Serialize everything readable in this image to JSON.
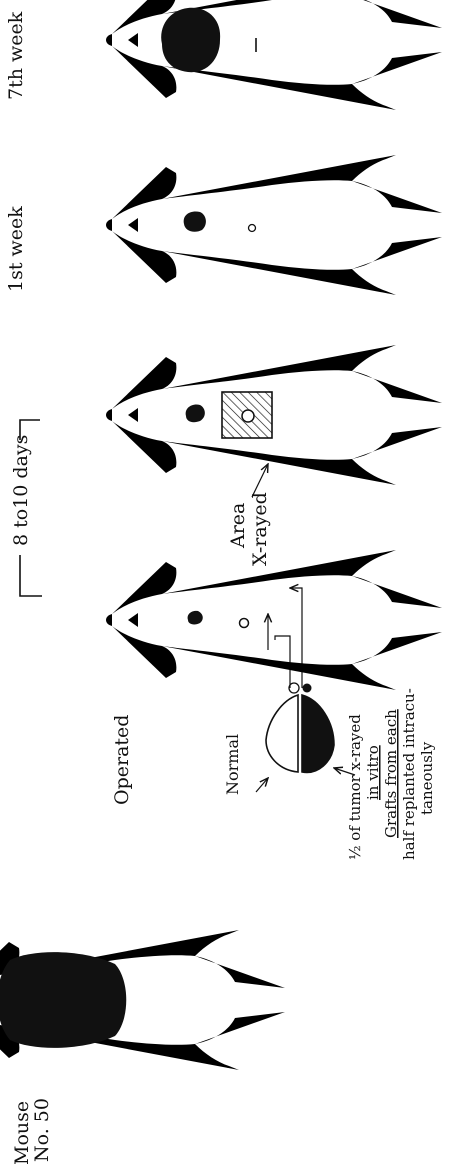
{
  "labels": {
    "mouse_no": "Mouse No. 50",
    "mouse_no_line1": "Mouse",
    "mouse_no_line2": "No. 50",
    "operated": "Operated",
    "normal": "Normal",
    "half_line1": "½ of tumor x-rayed",
    "half_line2": "in vitro",
    "grafts_line1": "Grafts from each",
    "grafts_line2": "half replanted intracu-",
    "grafts_line3": "taneously",
    "interval": "8 to10 days",
    "area_line1": "Area",
    "area_line2": "X-rayed",
    "week1": "1st week",
    "week7": "7th week"
  },
  "colors": {
    "ink": "#111111",
    "paper": "#ffffff"
  },
  "mice": [
    {
      "name": "mouse-1",
      "tumor": "large"
    },
    {
      "name": "mouse-2",
      "grafts": [
        "open",
        "filled"
      ]
    },
    {
      "name": "mouse-3",
      "xray_area": true,
      "grafts": [
        "open",
        "filled"
      ]
    },
    {
      "name": "mouse-4",
      "grafts": [
        "open",
        "filled"
      ]
    },
    {
      "name": "mouse-5",
      "tumor": "large",
      "scar": true
    }
  ]
}
